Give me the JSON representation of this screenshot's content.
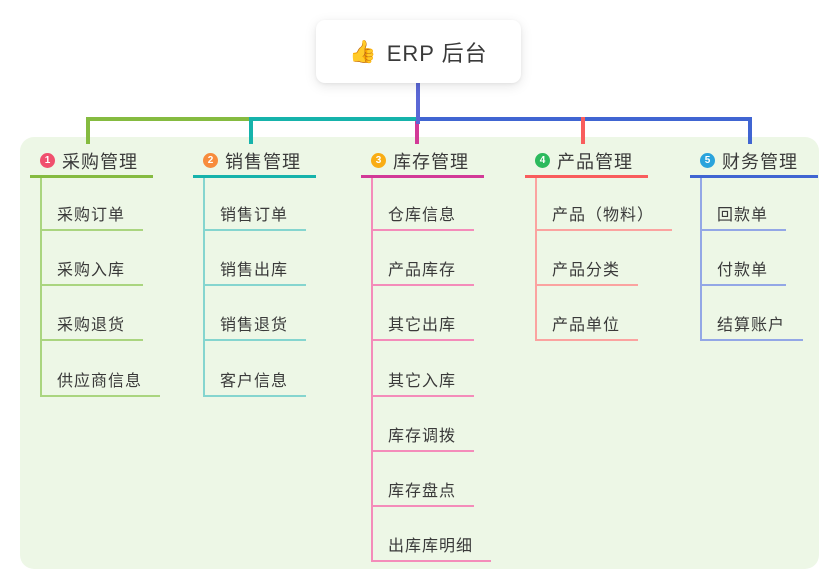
{
  "root": {
    "icon": "👍",
    "label": "ERP 后台"
  },
  "canvas": {
    "background": "#ffffff",
    "panel_background": "#edf7e6",
    "root_line_color": "#5b68d6",
    "text_color": "#3a3a3a"
  },
  "branches": [
    {
      "number": "1",
      "title": "采购管理",
      "badge_color": "#f0506e",
      "line_color": "#85bb40",
      "child_line_color": "#aad57f",
      "children": [
        "采购订单",
        "采购入库",
        "采购退货",
        "供应商信息"
      ]
    },
    {
      "number": "2",
      "title": "销售管理",
      "badge_color": "#f78c3d",
      "line_color": "#16b3ab",
      "child_line_color": "#85d5cf",
      "children": [
        "销售订单",
        "销售出库",
        "销售退货",
        "客户信息"
      ]
    },
    {
      "number": "3",
      "title": "库存管理",
      "badge_color": "#f9ad14",
      "line_color": "#d23a97",
      "child_line_color": "#f48cba",
      "children": [
        "仓库信息",
        "产品库存",
        "其它出库",
        "其它入库",
        "库存调拨",
        "库存盘点",
        "出库库明细"
      ]
    },
    {
      "number": "4",
      "title": "产品管理",
      "badge_color": "#2cba5d",
      "line_color": "#f95d5d",
      "child_line_color": "#fba3a0",
      "children": [
        "产品（物料）",
        "产品分类",
        "产品单位"
      ]
    },
    {
      "number": "5",
      "title": "财务管理",
      "badge_color": "#2aa3dc",
      "line_color": "#4065d2",
      "child_line_color": "#93a7e6",
      "children": [
        "回款单",
        "付款单",
        "结算账户"
      ]
    }
  ]
}
